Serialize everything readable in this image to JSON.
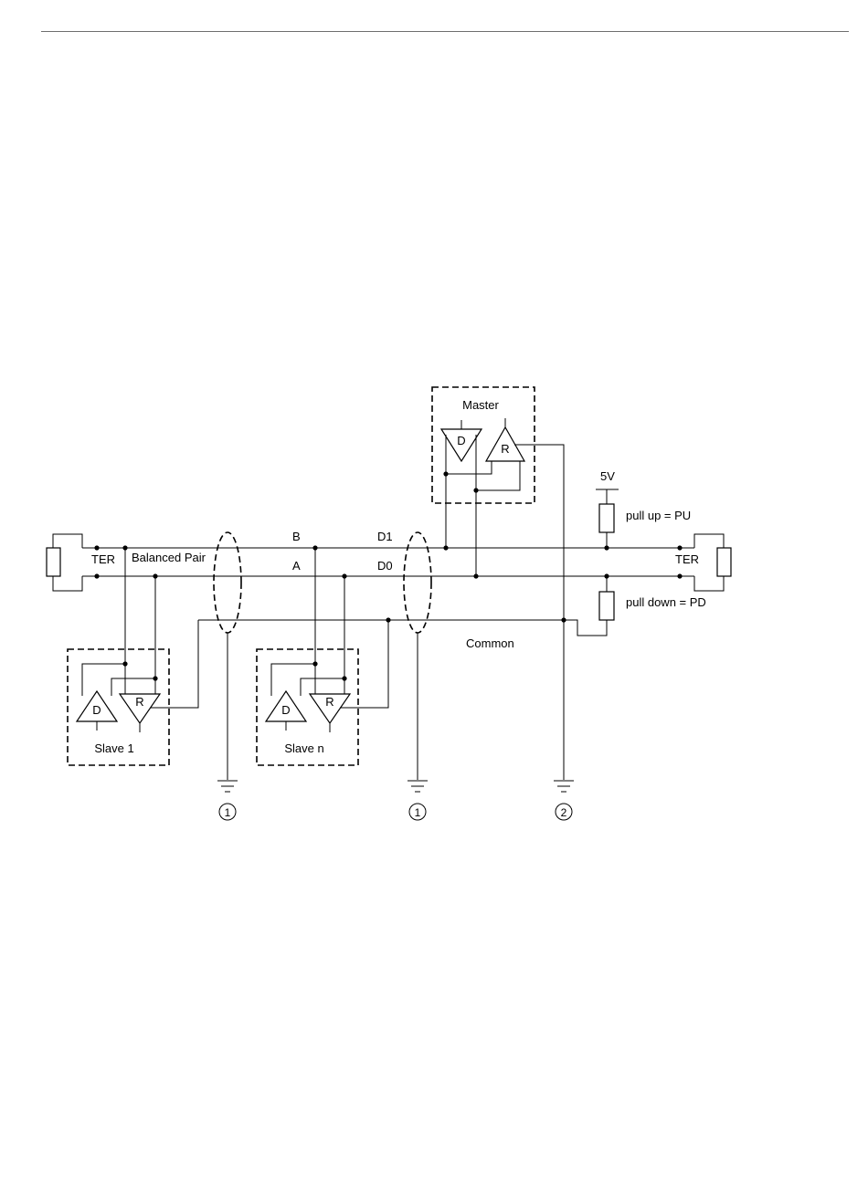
{
  "labels": {
    "master": "Master",
    "slave_1": "Slave 1",
    "slave_n": "Slave n",
    "ter": "TER",
    "balanced_pair": "Balanced Pair",
    "line_b": "B",
    "line_a": "A",
    "d1": "D1",
    "d0": "D0",
    "supply": "5V",
    "pull_up": "pull up = PU",
    "pull_down": "pull down = PD",
    "common": "Common",
    "driver": "D",
    "receiver": "R",
    "ground_1": "1",
    "ground_2": "2"
  }
}
